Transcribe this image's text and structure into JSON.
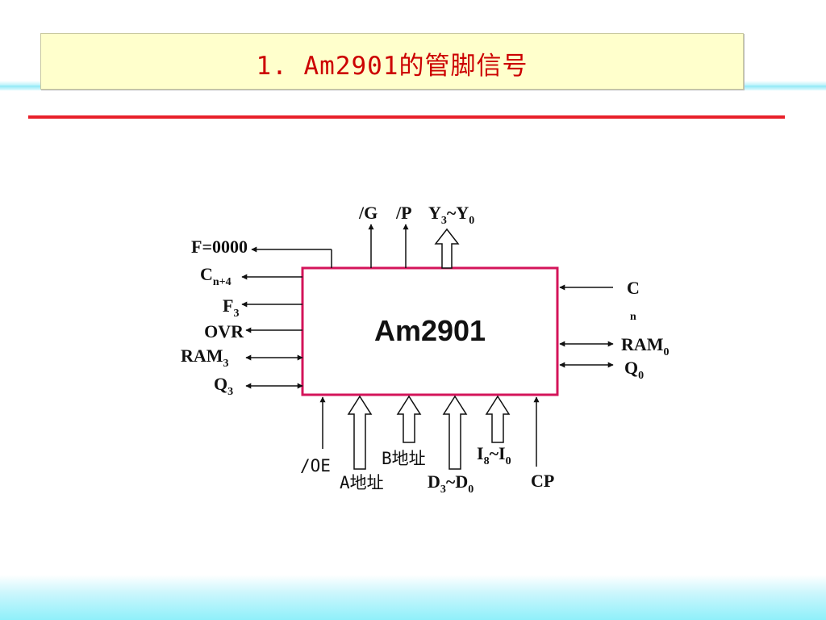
{
  "title": "1. Am2901的管脚信号",
  "chip": {
    "name": "Am2901"
  },
  "colors": {
    "title": "#cc0000",
    "rule": "#e8202a",
    "chip_border": "#d4145a",
    "title_bg": "#ffffcc"
  },
  "pins": {
    "left": {
      "f0000": "F=0000",
      "cn4": {
        "base": "C",
        "sub": "n+4"
      },
      "f3": {
        "base": "F",
        "sub": "3"
      },
      "ovr": "OVR",
      "ram3": {
        "base": "RAM",
        "sub": "3"
      },
      "q3": {
        "base": "Q",
        "sub": "3"
      }
    },
    "top": {
      "g": "/G",
      "p": "/P",
      "y": {
        "base1": "Y",
        "sub1": "3",
        "mid": "~Y",
        "sub2": "0"
      }
    },
    "right": {
      "cn": {
        "base": "C",
        "sub": "n"
      },
      "ram0": {
        "base": "RAM",
        "sub": "0"
      },
      "q0": {
        "base": "Q",
        "sub": "0"
      }
    },
    "bottom": {
      "oe": "/OE",
      "a_addr": "A地址",
      "b_addr": "B地址",
      "d": {
        "base1": "D",
        "sub1": "3",
        "mid": "~D",
        "sub2": "0"
      },
      "i": {
        "base1": "I",
        "sub1": "8",
        "mid": "~I",
        "sub2": "0"
      },
      "cp": "CP"
    }
  }
}
